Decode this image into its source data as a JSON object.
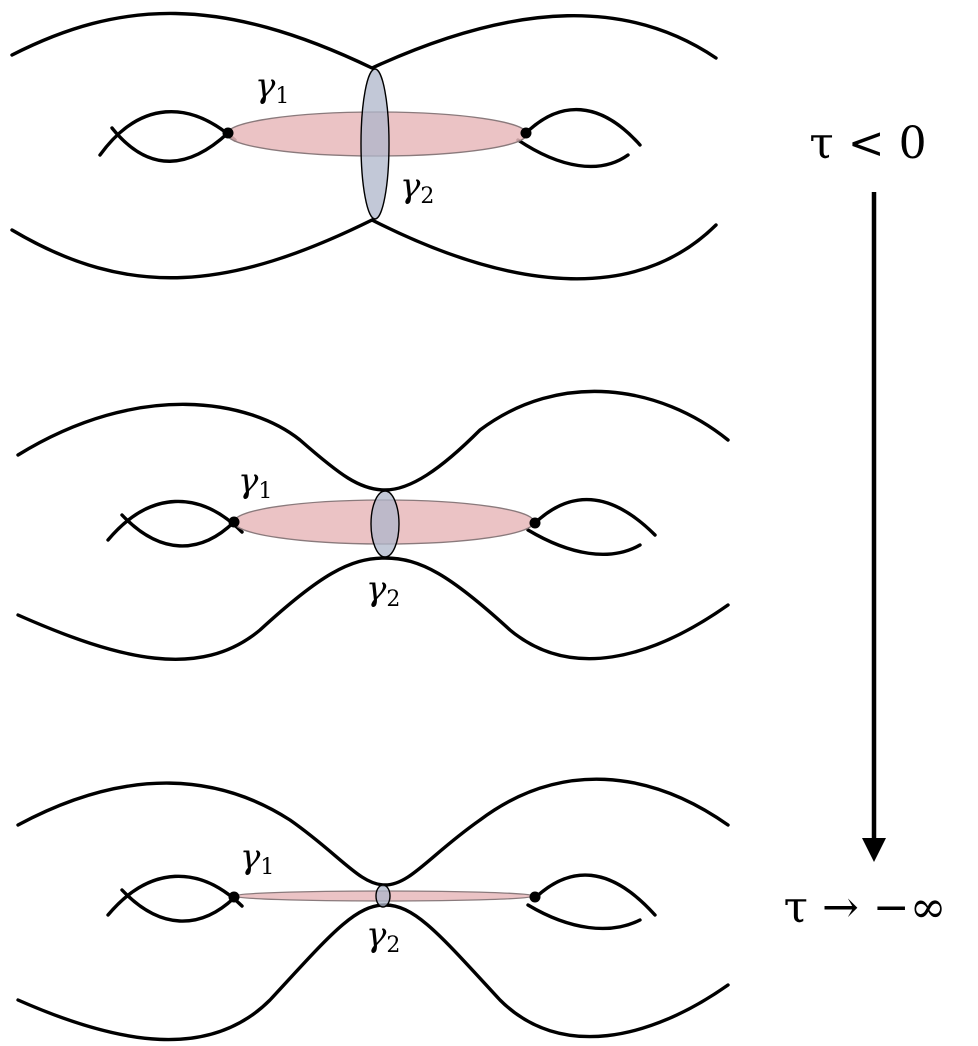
{
  "panels": [
    {
      "gamma1": "γ",
      "gamma1_sub": "1",
      "gamma2": "γ",
      "gamma2_sub": "2"
    },
    {
      "gamma1": "γ",
      "gamma1_sub": "1",
      "gamma2": "γ",
      "gamma2_sub": "2"
    },
    {
      "gamma1": "γ",
      "gamma1_sub": "1",
      "gamma2": "γ",
      "gamma2_sub": "2"
    }
  ],
  "time_axis": {
    "start_label": "τ < 0",
    "end_label": "τ → −∞"
  },
  "colors": {
    "disk_fill": "#e8b9bb",
    "circle_fill": "#aeb6c9",
    "stroke": "#000000"
  }
}
